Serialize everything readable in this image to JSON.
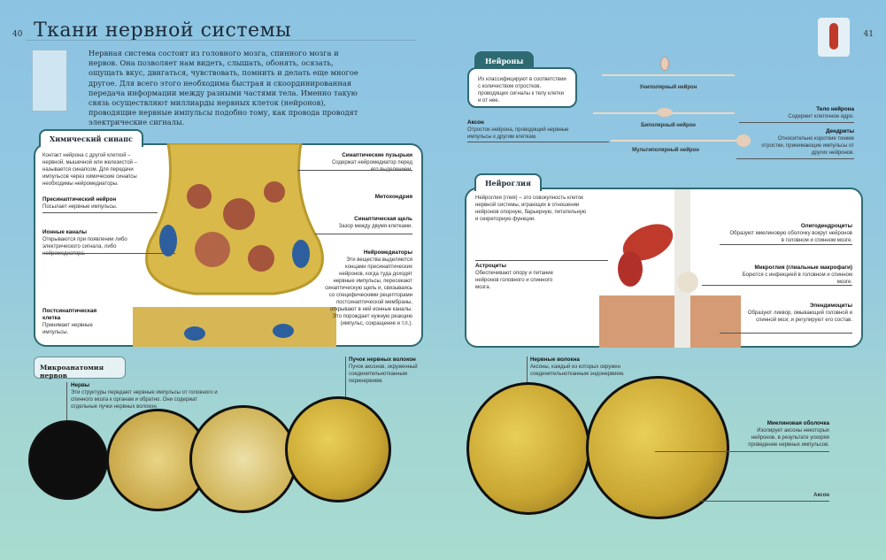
{
  "page_left": "40",
  "page_right": "41",
  "title": "Ткани нервной системы",
  "intro": "Нервная система состоит из головного мозга, спинного мозга и нервов. Она позволяет нам видеть, слышать, обонять, осязать, ощущать вкус, двигаться, чувствовать, помнить и делать еще многое другое. Для всего этого необходима быстрая и скоординированная передача информации между разными частями тела. Именно такую связь осуществляют миллиарды нервных клеток (нейронов), проводящие нервные импульсы подобно тому, как провода проводят электрические сигналы.",
  "synapse": {
    "title": "Химический синапс",
    "intro": "Контакт нейрона с другой клеткой – нервной, мышечной или железистой – называется синапсом. Для передачи импульсов через химические синапсы необходимы нейромедиаторы.",
    "labels": [
      {
        "t": "Пресинаптический нейрон",
        "d": "Посылает нервные импульсы."
      },
      {
        "t": "Ионные каналы",
        "d": "Открываются при появлении либо электрического сигнала, либо нейромедиатора."
      },
      {
        "t": "Постсинаптическая клетка",
        "d": "Принимает нервные импульсы."
      },
      {
        "t": "Синаптические пузырьки",
        "d": "Содержат нейромедиатор перед его выделением."
      },
      {
        "t": "Митохондрия",
        "d": ""
      },
      {
        "t": "Синаптическая щель",
        "d": "Зазор между двумя клетками."
      },
      {
        "t": "Нейромедиаторы",
        "d": "Эти вещества выделяются концами пресинаптических нейронов, когда туда доходят нервные импульсы, пересекают синаптическую щель и, связываясь со специфическими рецепторами постсинаптической мембраны, открывают в ней ионные каналы. Это порождает нужную реакцию (импульс, сокращение и т.п.)."
      }
    ]
  },
  "micro": {
    "title": "Микроанатомия нервов",
    "nerves": {
      "t": "Нервы",
      "d": "Эти структуры передают нервные импульсы от головного и спинного мозга к органам и обратно. Они содержат отдельные пучки нервных волокон."
    },
    "bundle": {
      "t": "Пучок нервных волокон",
      "d": "Пучок аксонов, окруженный соединительнотканным перинервием."
    }
  },
  "neurons": {
    "title": "Нейроны",
    "intro": "Их классифицируют в соответствии с количеством отростков, проводящих сигналы к телу клетки и от нее.",
    "axon": {
      "t": "Аксон",
      "d": "Отросток нейрона, проводящий нервные импульсы к другим клеткам."
    },
    "types": [
      "Униполярный нейрон",
      "Биполярный нейрон",
      "Мультиполярный нейрон"
    ],
    "body": {
      "t": "Тело нейрона",
      "d": "Содержит клеточное ядро."
    },
    "dendrites": {
      "t": "Дендриты",
      "d": "Относительно короткие тонкие отростки, принимающие импульсы от других нейронов."
    }
  },
  "glia": {
    "title": "Нейроглия",
    "intro": "Нейроглия (глия) – это совокупность клеток нервной системы, играющих в отношении нейронов опорную, барьерную, питательную и секреторную функции.",
    "astro": {
      "t": "Астроциты",
      "d": "Обеспечивают опору и питание нейронов головного и спинного мозга."
    },
    "oligo": {
      "t": "Олигодендроциты",
      "d": "Образуют миелиновую оболочку вокруг нейронов в головном и спинном мозге."
    },
    "micro": {
      "t": "Микроглия (глиальные макрофаги)",
      "d": "Борются с инфекцией в головном и спинном мозге."
    },
    "epend": {
      "t": "Эпендимоциты",
      "d": "Образуют ликвор, омывающий головной и спинной мозг, и регулируют его состав."
    }
  },
  "fibers": {
    "t": "Нервные волокна",
    "d": "Аксоны, каждый из которых окружен соединительнотканным эндонервием."
  },
  "myelin": {
    "t": "Миелиновая оболочка",
    "d": "Изолирует аксоны некоторых нейронов, в результате ускоряя проведение нервных импульсов."
  },
  "axon2": "Аксон"
}
